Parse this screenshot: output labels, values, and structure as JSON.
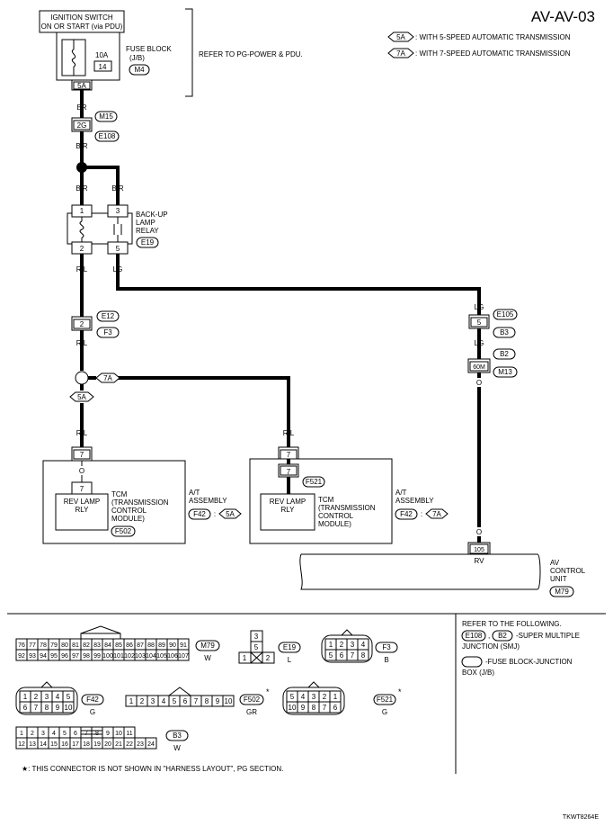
{
  "page_title": "AV-AV-03",
  "figure_code": "TKWT8264E",
  "legend": [
    {
      "tag": "5A",
      "text": ": WITH 5-SPEED AUTOMATIC TRANSMISSION"
    },
    {
      "tag": "7A",
      "text": ": WITH 7-SPEED AUTOMATIC TRANSMISSION"
    }
  ],
  "ignition": {
    "line1": "IGNITION SWITCH",
    "line2": "ON OR START (via PDU)"
  },
  "fuse_block": {
    "fuse_rating": "10A",
    "fuse_number": "14",
    "label_line1": "FUSE BLOCK",
    "label_line2": "(J/B)",
    "connector": "M4",
    "terminal": "5A",
    "refer": "REFER TO PG-POWER & PDU."
  },
  "wires": {
    "br": "BR",
    "b_r": "B/R",
    "r_l": "R/L",
    "lg": "LG",
    "o": "O",
    "rv": "RV"
  },
  "connectors": {
    "c_2g": "2G",
    "m15": "M15",
    "e108": "E108",
    "c_2": "2",
    "e12": "E12",
    "f3": "F3",
    "c_5": "5",
    "e105": "E105",
    "b3": "B3",
    "c_60m": "60M",
    "b2": "B2",
    "m13": "M13",
    "c_7": "7",
    "f521": "F521",
    "f42": "F42",
    "f502": "F502",
    "c_105": "105",
    "m79": "M79",
    "e19": "E19"
  },
  "relay": {
    "line1": "BACK-UP",
    "line2": "LAMP",
    "line3": "RELAY",
    "pin1": "1",
    "pin2": "2",
    "pin3": "3",
    "pin5": "5"
  },
  "tags": {
    "seven_a": "7A",
    "five_a": "5A"
  },
  "tcm": {
    "rev_lamp_line1": "REV LAMP",
    "rev_lamp_line2": "RLY",
    "line1": "TCM",
    "line2": "(TRANSMISSION",
    "line3": "CONTROL",
    "line4": "MODULE)",
    "at_line1": "A/T",
    "at_line2": "ASSEMBLY",
    "colon": ":"
  },
  "av_unit": {
    "line1": "AV",
    "line2": "CONTROL",
    "line3": "UNIT"
  },
  "connector_views": {
    "m79": {
      "row1": [
        "76",
        "77",
        "78",
        "79",
        "80",
        "81",
        "82",
        "83",
        "84",
        "85",
        "86",
        "87",
        "88",
        "89",
        "90",
        "91"
      ],
      "row2": [
        "92",
        "93",
        "94",
        "95",
        "96",
        "97",
        "98",
        "99",
        "100",
        "101",
        "102",
        "103",
        "104",
        "105",
        "106",
        "107"
      ],
      "color": "W"
    },
    "e19": {
      "pins": [
        "3",
        "5",
        "1",
        "2"
      ],
      "color": "L"
    },
    "f3": {
      "row1": [
        "1",
        "2",
        "3",
        "4"
      ],
      "row2": [
        "5",
        "6",
        "7",
        "8"
      ],
      "color": "B"
    },
    "f42": {
      "row1": [
        "1",
        "2",
        "3",
        "4",
        "5"
      ],
      "row2": [
        "6",
        "7",
        "8",
        "9",
        "10"
      ],
      "color": "G"
    },
    "f502": {
      "row1": [
        "1",
        "2",
        "3",
        "4",
        "5",
        "6",
        "7",
        "8",
        "9",
        "10"
      ],
      "color": "GR"
    },
    "f521": {
      "row1": [
        "5",
        "4",
        "3",
        "2",
        "1"
      ],
      "row2": [
        "10",
        "9",
        "8",
        "7",
        "6"
      ],
      "color": "G"
    },
    "b3": {
      "row1": [
        "1",
        "2",
        "3",
        "4",
        "5",
        "6",
        "7",
        "8",
        "9",
        "10",
        "11"
      ],
      "row2": [
        "12",
        "13",
        "14",
        "15",
        "16",
        "17",
        "18",
        "19",
        "20",
        "21",
        "22",
        "23",
        "24"
      ],
      "color": "W"
    }
  },
  "asterisk": "*",
  "footnote": "★: THIS CONNECTOR IS NOT SHOWN IN \"HARNESS LAYOUT\", PG SECTION.",
  "refer_box": {
    "title": "REFER TO THE FOLLOWING.",
    "comma": ",",
    "item1_text": "-SUPER MULTIPLE",
    "item1_line2": "JUNCTION (SMJ)",
    "item2_text": "-FUSE BLOCK-JUNCTION",
    "item2_line2": "BOX (J/B)"
  }
}
